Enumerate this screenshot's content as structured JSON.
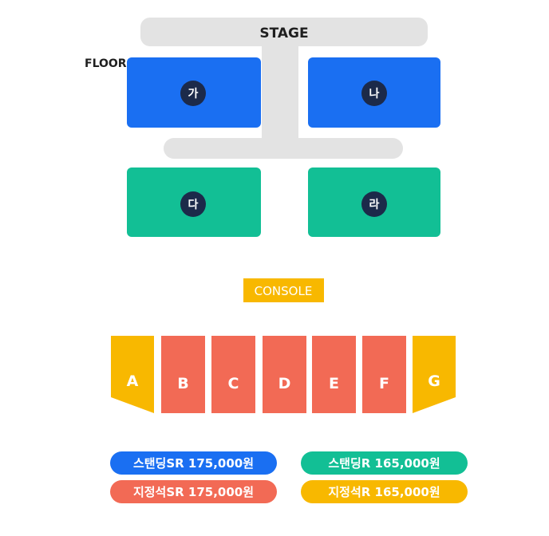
{
  "stage": {
    "label": "STAGE",
    "color": "#e3e3e3"
  },
  "floor": {
    "label": "FLOOR",
    "circle_color": "#1c2a4a",
    "sections": [
      {
        "name": "가",
        "color": "#1a6ff2"
      },
      {
        "name": "나",
        "color": "#1a6ff2"
      },
      {
        "name": "다",
        "color": "#12bf95"
      },
      {
        "name": "라",
        "color": "#12bf95"
      }
    ]
  },
  "console": {
    "label": "CONSOLE",
    "color": "#f8b800"
  },
  "seating_blocks": [
    {
      "name": "A",
      "color": "#f8b800"
    },
    {
      "name": "B",
      "color": "#f26a55"
    },
    {
      "name": "C",
      "color": "#f26a55"
    },
    {
      "name": "D",
      "color": "#f26a55"
    },
    {
      "name": "E",
      "color": "#f26a55"
    },
    {
      "name": "F",
      "color": "#f26a55"
    },
    {
      "name": "G",
      "color": "#f8b800"
    }
  ],
  "prices": [
    {
      "label": "스탠딩SR 175,000원",
      "color": "#1a6ff2"
    },
    {
      "label": "스탠딩R 165,000원",
      "color": "#12bf95"
    },
    {
      "label": "지정석SR 175,000원",
      "color": "#f26a55"
    },
    {
      "label": "지정석R 165,000원",
      "color": "#f8b800"
    }
  ]
}
